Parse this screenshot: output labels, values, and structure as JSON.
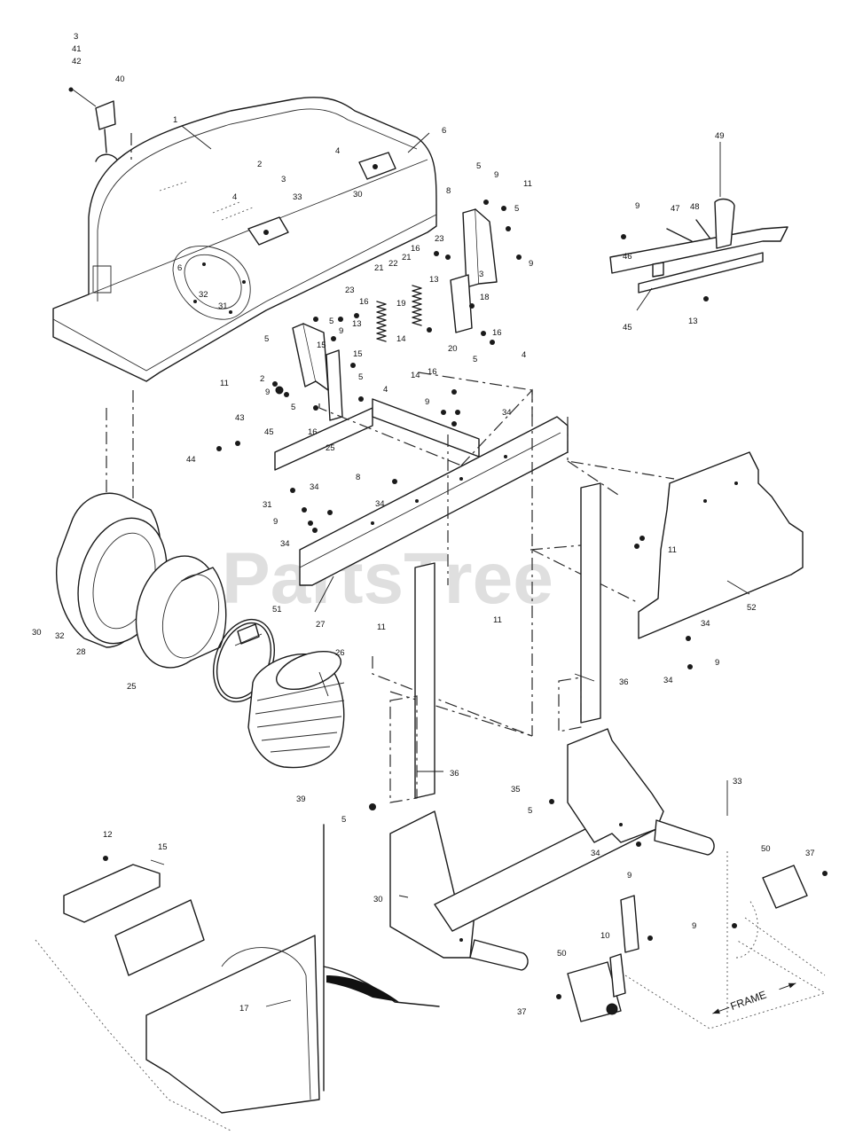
{
  "watermark": "PartsTree",
  "frame_label": "FRAME",
  "callouts": {
    "c1": "1",
    "c2": "2",
    "c3": "3",
    "c4": "4",
    "c5": "5",
    "c6": "6",
    "c8": "8",
    "c9": "9",
    "c10": "10",
    "c11": "11",
    "c12": "12",
    "c13": "13",
    "c14": "14",
    "c15": "15",
    "c16": "16",
    "c17": "17",
    "c18": "18",
    "c19": "19",
    "c20": "20",
    "c21": "21",
    "c22": "22",
    "c23": "23",
    "c25": "25",
    "c26": "26",
    "c27": "27",
    "c28": "28",
    "c30": "30",
    "c31": "31",
    "c32": "32",
    "c33": "33",
    "c34": "34",
    "c35": "35",
    "c36": "36",
    "c37": "37",
    "c39": "39",
    "c40": "40",
    "c41": "41",
    "c42": "42",
    "c43": "43",
    "c44": "44",
    "c45": "45",
    "c46": "46",
    "c47": "47",
    "c48": "48",
    "c49": "49",
    "c50": "50",
    "c51": "51",
    "c52": "52"
  }
}
